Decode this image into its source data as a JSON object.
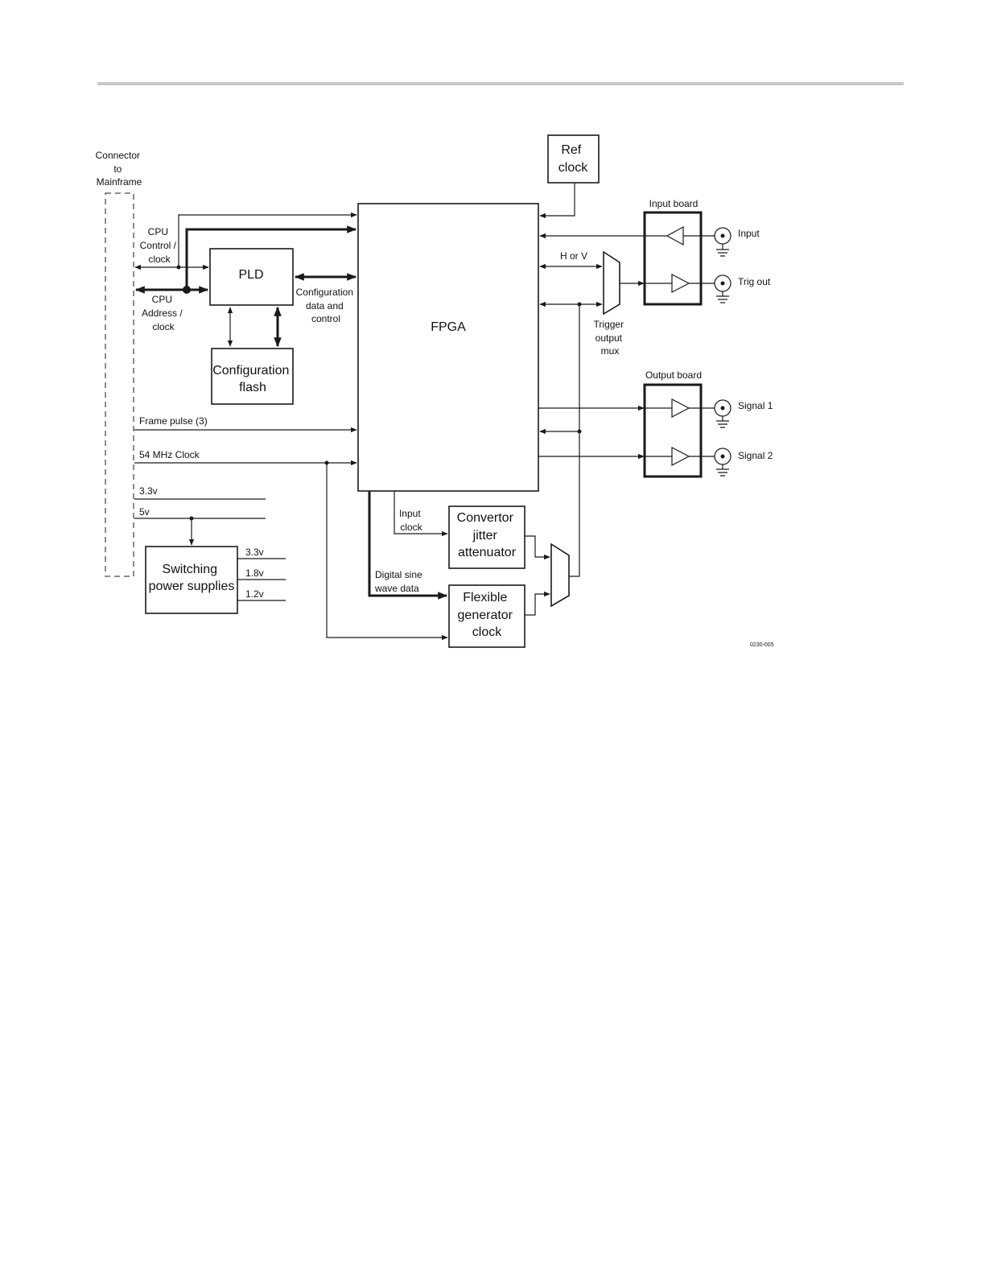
{
  "labels": {
    "connector": [
      "Connector",
      "to",
      "Mainframe"
    ],
    "cpu_control": [
      "CPU",
      "Control /",
      "clock"
    ],
    "cpu_address": [
      "CPU",
      "Address /",
      "clock"
    ],
    "pld": "PLD",
    "config_data": [
      "Configuration",
      "data and",
      "control"
    ],
    "config_flash": [
      "Configuration",
      "flash"
    ],
    "fpga": "FPGA",
    "ref_clock": [
      "Ref",
      "clock"
    ],
    "input_board": "Input board",
    "output_board": "Output board",
    "input": "Input",
    "trig_out": "Trig out",
    "h_or_v": "H or V",
    "trigger_mux": [
      "Trigger",
      "output",
      "mux"
    ],
    "signal1": "Signal 1",
    "signal2": "Signal 2",
    "frame_pulse": "Frame pulse (3)",
    "clock54": "54 MHz Clock",
    "v33": "3.3v",
    "v5": "5v",
    "switching": [
      "Switching",
      "power supplies"
    ],
    "out33": "3.3v",
    "out18": "1.8v",
    "out12": "1.2v",
    "input_clock": [
      "Input",
      "clock"
    ],
    "digital_sine": [
      "Digital sine",
      "wave data"
    ],
    "convertor": [
      "Convertor",
      "jitter",
      "attenuator"
    ],
    "flexible": [
      "Flexible",
      "generator",
      "clock"
    ],
    "figure_id": "0230-005"
  }
}
